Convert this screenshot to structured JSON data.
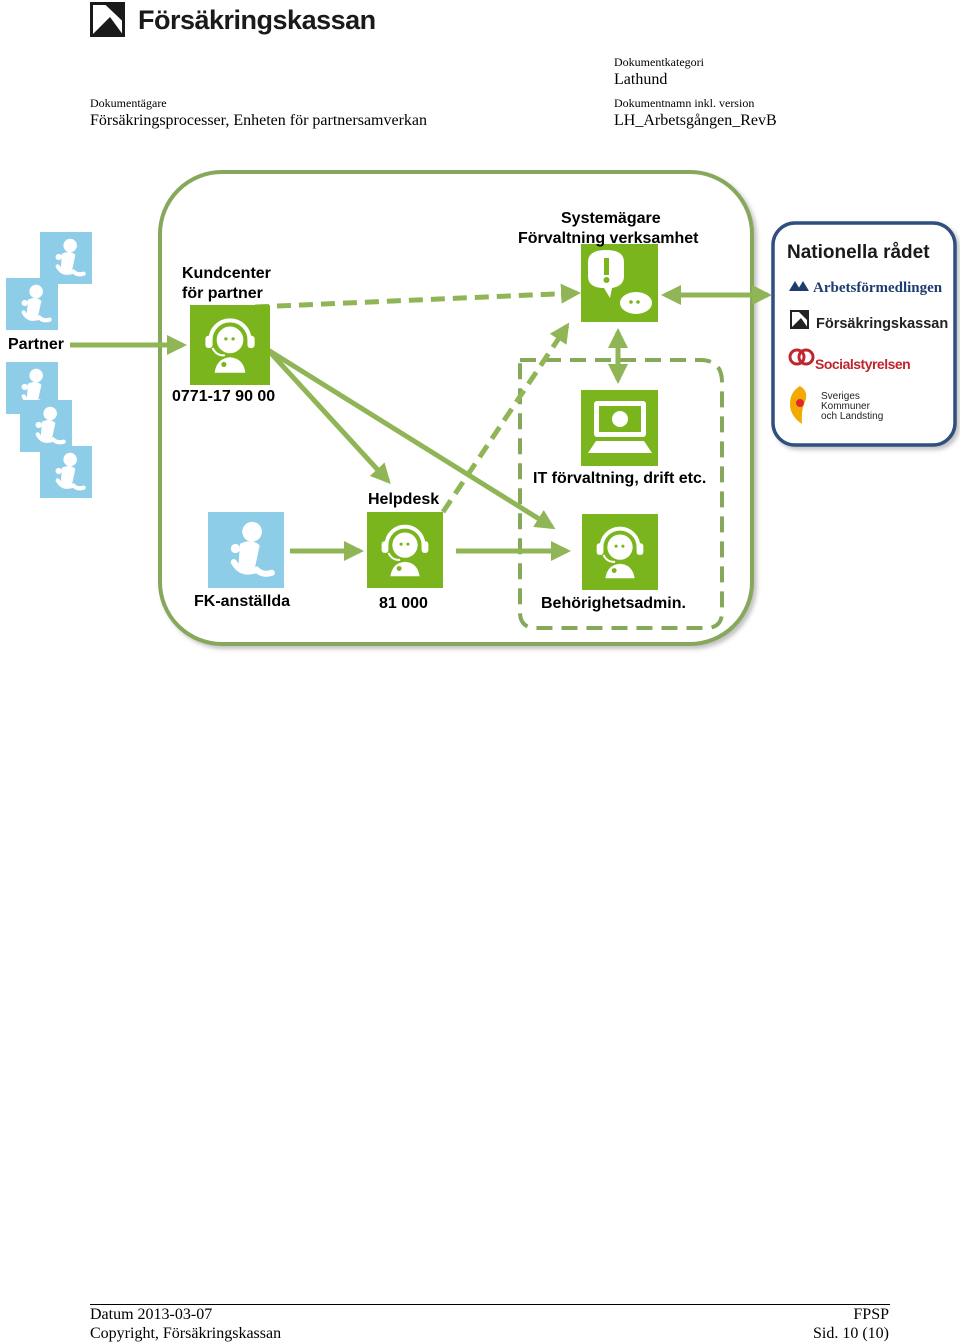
{
  "header": {
    "logo_text": "Försäkringskassan",
    "owner_label": "Dokumentägare",
    "owner_value": "Försäkringsprocesser, Enheten för partnersamverkan",
    "category_label": "Dokumentkategori",
    "category_value": "Lathund",
    "docname_label": "Dokumentnamn inkl. version",
    "docname_value": "LH_Arbetsgången_RevB"
  },
  "diagram": {
    "systemowner_line1": "Systemägare",
    "systemowner_line2": "Förvaltning verksamhet",
    "kundcenter_line1": "Kundcenter",
    "kundcenter_line2": "för partner",
    "partner": "Partner",
    "kundcenter_phone": "0771-17 90 00",
    "helpdesk": "Helpdesk",
    "helpdesk_phone": "81 000",
    "fk_staff": "FK-anställda",
    "it_mgmt": "IT förvaltning, drift etc.",
    "auth_admin": "Behörighetsadmin.",
    "national_council": {
      "title": "Nationella rådet",
      "members": [
        "Arbetsförmedlingen",
        "Försäkringskassan",
        "Socialstyrelsen",
        "Sveriges",
        "Kommuner",
        "och Landsting"
      ]
    },
    "colors": {
      "green": "#7ab51d",
      "frame": "#86a85a",
      "arrow": "#8fb556",
      "person": "#8ecde8",
      "blue_frame": "#2f4f7f"
    }
  },
  "footer": {
    "date": "Datum 2013-03-07",
    "org": "FPSP",
    "copyright": "Copyright, Försäkringskassan",
    "page": "Sid. 10 (10)"
  }
}
